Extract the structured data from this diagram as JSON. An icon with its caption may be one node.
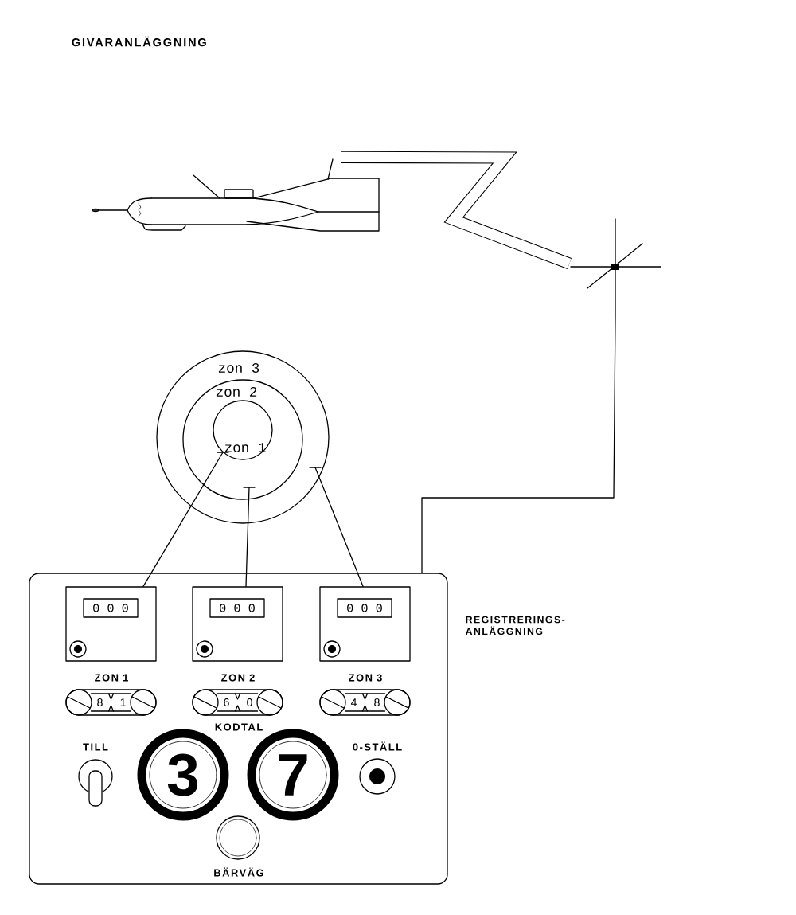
{
  "diagram": {
    "nodes": [
      {
        "text": [],
        "shape": "picture"
      },
      {
        "text": [],
        "shape": "picture"
      },
      {
        "text": [
          "zon 3"
        ]
      },
      {
        "text": [
          "zon 2"
        ],
        "in": 2
      },
      {
        "text": [
          "zon 1"
        ],
        "in": 3
      },
      {
        "text": [
          "REGISTRERINGS- ANLÄGGNING"
        ]
      },
      {
        "text": [
          "0 0 0"
        ],
        "in": 5
      },
      {
        "text": [
          "0 0 0"
        ],
        "in": 5
      },
      {
        "text": [
          "0 0 0"
        ],
        "in": 5
      },
      {
        "text": [
          "8",
          "1"
        ],
        "in": 5
      },
      {
        "text": [
          "6",
          "0"
        ],
        "in": 5
      },
      {
        "text": [
          "4",
          "8"
        ],
        "in": 5
      },
      {
        "text": [
          "3"
        ],
        "in": 5
      },
      {
        "text": [
          "7"
        ],
        "in": 5
      }
    ],
    "edges": [
      {
        "from": 0,
        "to": 1,
        "arrow": "none",
        "style": "thick"
      },
      {
        "from": 1,
        "to": 5,
        "arrow": "none"
      },
      {
        "from": 4,
        "to": 6,
        "arrow": "none"
      },
      {
        "from": 3,
        "to": 7,
        "arrow": "none"
      },
      {
        "from": 2,
        "to": 8,
        "arrow": "none"
      }
    ],
    "labels": [
      "GIVARANLÄGGNING",
      "ZON 1",
      "ZON 2",
      "ZON 3",
      "KODTAL",
      "TILL",
      "0-STÄLL",
      "BÄRVÄG"
    ]
  }
}
